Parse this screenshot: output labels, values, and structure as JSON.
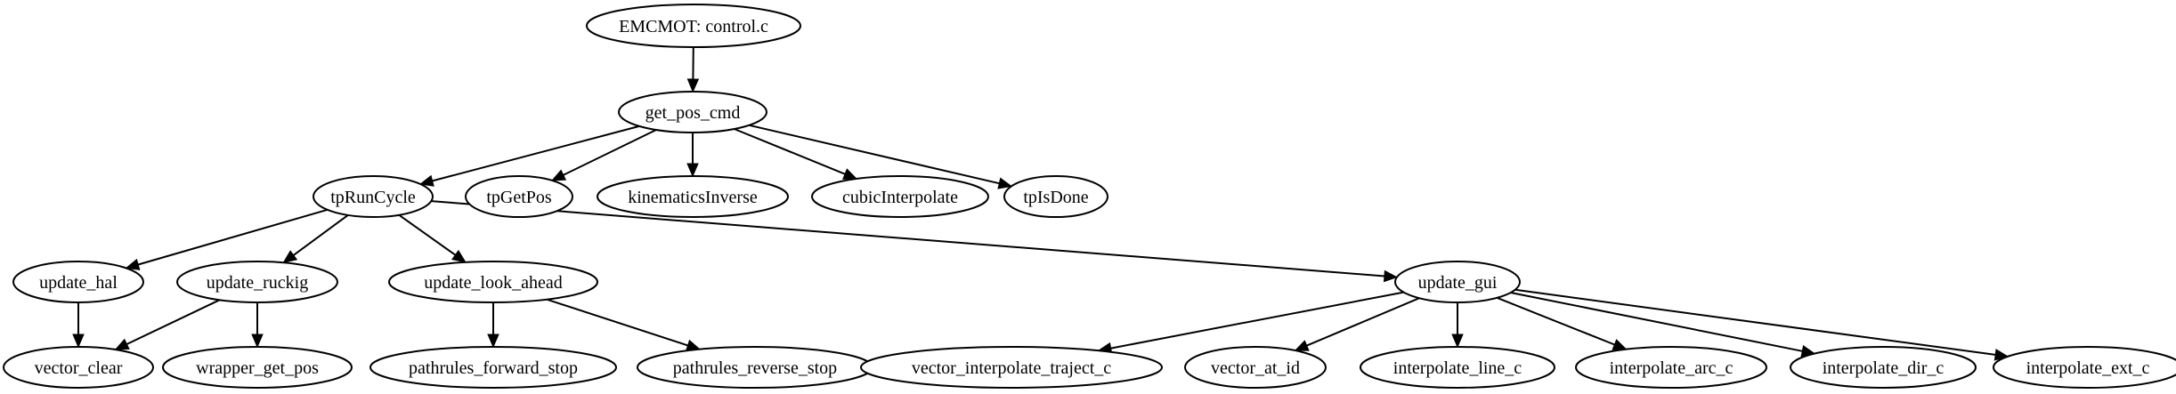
{
  "nodes": [
    {
      "id": "emcmot",
      "label": "EMCMOT: control.c"
    },
    {
      "id": "get_pos_cmd",
      "label": "get_pos_cmd"
    },
    {
      "id": "tpRunCycle",
      "label": "tpRunCycle"
    },
    {
      "id": "tpGetPos",
      "label": "tpGetPos"
    },
    {
      "id": "kinematicsInverse",
      "label": "kinematicsInverse"
    },
    {
      "id": "cubicInterpolate",
      "label": "cubicInterpolate"
    },
    {
      "id": "tpIsDone",
      "label": "tpIsDone"
    },
    {
      "id": "update_hal",
      "label": "update_hal"
    },
    {
      "id": "update_ruckig",
      "label": "update_ruckig"
    },
    {
      "id": "update_look_ahead",
      "label": "update_look_ahead"
    },
    {
      "id": "update_gui",
      "label": "update_gui"
    },
    {
      "id": "vector_clear",
      "label": "vector_clear"
    },
    {
      "id": "wrapper_get_pos",
      "label": "wrapper_get_pos"
    },
    {
      "id": "pathrules_forward_stop",
      "label": "pathrules_forward_stop"
    },
    {
      "id": "pathrules_reverse_stop",
      "label": "pathrules_reverse_stop"
    },
    {
      "id": "vector_interpolate_traject_c",
      "label": "vector_interpolate_traject_c"
    },
    {
      "id": "vector_at_id",
      "label": "vector_at_id"
    },
    {
      "id": "interpolate_line_c",
      "label": "interpolate_line_c"
    },
    {
      "id": "interpolate_arc_c",
      "label": "interpolate_arc_c"
    },
    {
      "id": "interpolate_dir_c",
      "label": "interpolate_dir_c"
    },
    {
      "id": "interpolate_ext_c",
      "label": "interpolate_ext_c"
    }
  ],
  "edges": [
    {
      "from": "emcmot",
      "to": "get_pos_cmd"
    },
    {
      "from": "get_pos_cmd",
      "to": "tpRunCycle"
    },
    {
      "from": "get_pos_cmd",
      "to": "tpGetPos"
    },
    {
      "from": "get_pos_cmd",
      "to": "kinematicsInverse"
    },
    {
      "from": "get_pos_cmd",
      "to": "cubicInterpolate"
    },
    {
      "from": "get_pos_cmd",
      "to": "tpIsDone"
    },
    {
      "from": "tpRunCycle",
      "to": "update_hal"
    },
    {
      "from": "tpRunCycle",
      "to": "update_ruckig"
    },
    {
      "from": "tpRunCycle",
      "to": "update_look_ahead"
    },
    {
      "from": "tpRunCycle",
      "to": "update_gui"
    },
    {
      "from": "update_hal",
      "to": "vector_clear"
    },
    {
      "from": "update_ruckig",
      "to": "vector_clear"
    },
    {
      "from": "update_ruckig",
      "to": "wrapper_get_pos"
    },
    {
      "from": "update_look_ahead",
      "to": "pathrules_forward_stop"
    },
    {
      "from": "update_look_ahead",
      "to": "pathrules_reverse_stop"
    },
    {
      "from": "update_gui",
      "to": "vector_interpolate_traject_c"
    },
    {
      "from": "update_gui",
      "to": "vector_at_id"
    },
    {
      "from": "update_gui",
      "to": "interpolate_line_c"
    },
    {
      "from": "update_gui",
      "to": "interpolate_arc_c"
    },
    {
      "from": "update_gui",
      "to": "interpolate_dir_c"
    },
    {
      "from": "update_gui",
      "to": "interpolate_ext_c"
    }
  ]
}
